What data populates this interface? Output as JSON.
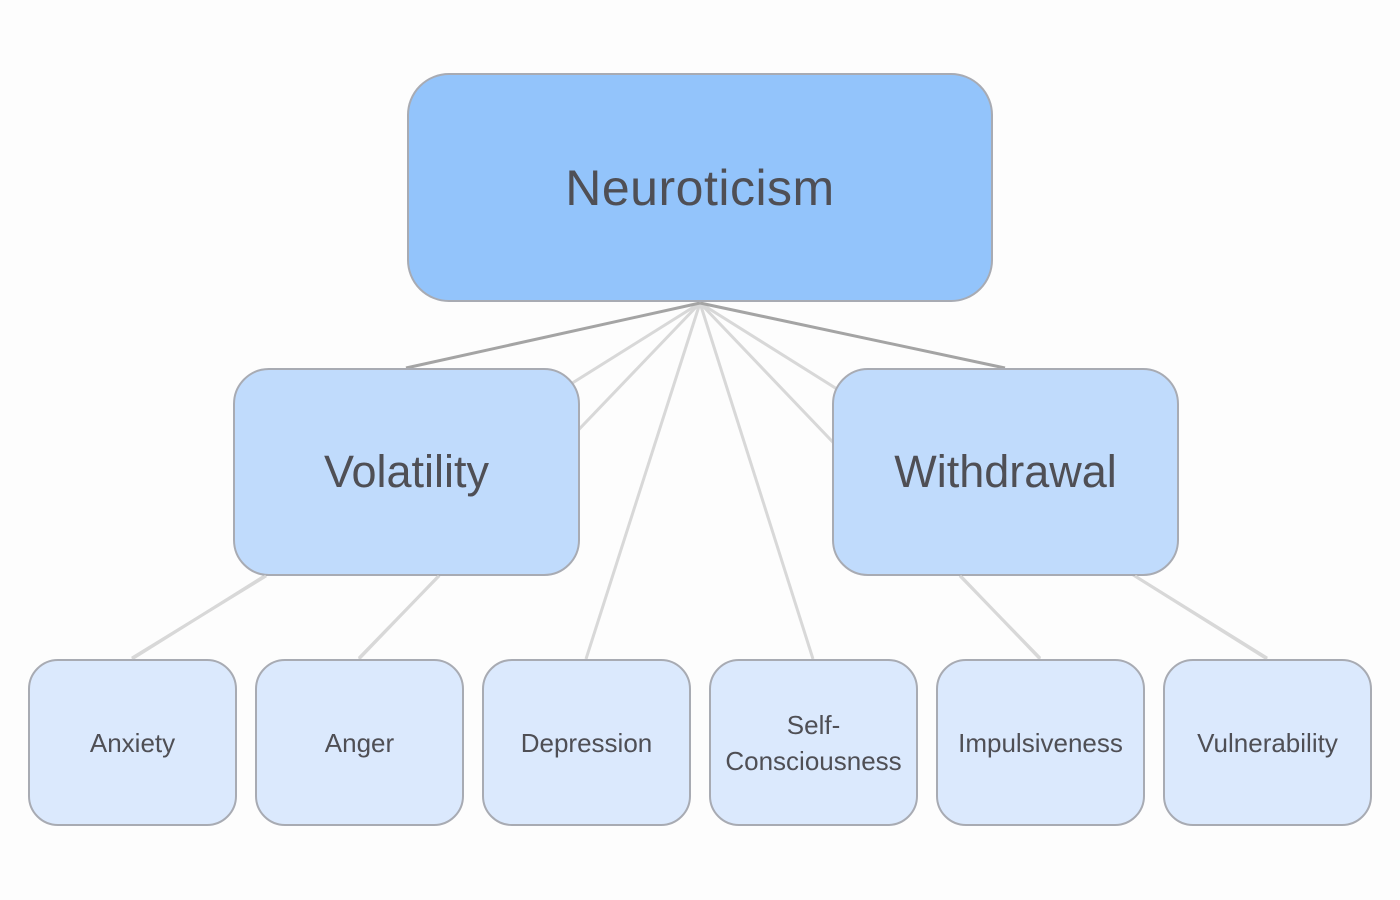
{
  "diagram": {
    "root": {
      "label": "Neuroticism"
    },
    "aspects": [
      {
        "id": "volatility",
        "label": "Volatility"
      },
      {
        "id": "withdrawal",
        "label": "Withdrawal"
      }
    ],
    "facets": [
      {
        "label": "Anxiety",
        "parent": "volatility"
      },
      {
        "label": "Anger",
        "parent": "volatility"
      },
      {
        "label": "Depression",
        "parent": "root"
      },
      {
        "label": "Self-Consciousness",
        "parent": "root"
      },
      {
        "label": "Impulsiveness",
        "parent": "withdrawal"
      },
      {
        "label": "Vulnerability",
        "parent": "withdrawal"
      }
    ],
    "colors": {
      "root_fill": "#93c4fb",
      "aspect_fill": "#c0dbfc",
      "facet_fill": "#dbe9fd",
      "border": "#a8abb3",
      "primary_connector": "#a4a4a4",
      "secondary_connector": "#d8d8d8",
      "text": "#4f4f55"
    }
  }
}
